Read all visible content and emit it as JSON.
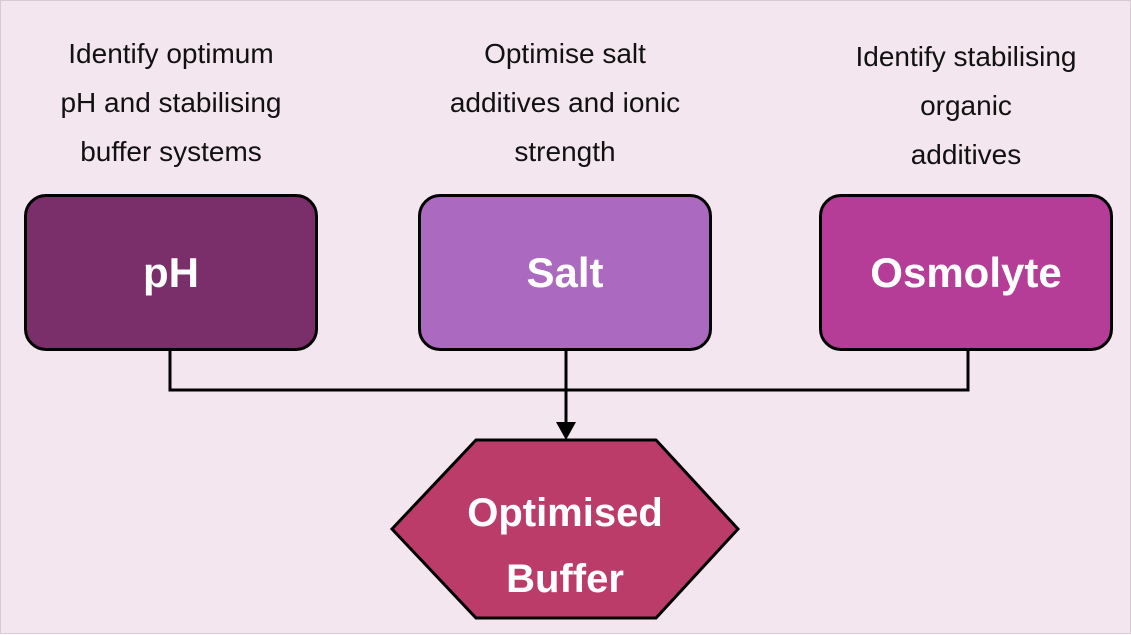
{
  "colors": {
    "background": "#f3e6ee",
    "ph_box": "#7b2f6a",
    "salt_box": "#ab69c0",
    "osmolyte_box": "#b53c97",
    "optimised_buffer": "#bc3c69",
    "outline": "#000000",
    "box_text": "#ffffff"
  },
  "nodes": {
    "ph": {
      "caption": "Identify optimum\npH and stabilising\nbuffer systems",
      "label": "pH"
    },
    "salt": {
      "caption": "Optimise salt\nadditives and ionic\nstrength",
      "label": "Salt"
    },
    "osmolyte": {
      "caption": "Identify stabilising\norganic\nadditives",
      "label": "Osmolyte"
    },
    "result": {
      "label": "Optimised\nBuffer",
      "shape": "hexagon"
    }
  },
  "edges": [
    {
      "from": "ph",
      "to": "result"
    },
    {
      "from": "salt",
      "to": "result"
    },
    {
      "from": "osmolyte",
      "to": "result"
    }
  ]
}
